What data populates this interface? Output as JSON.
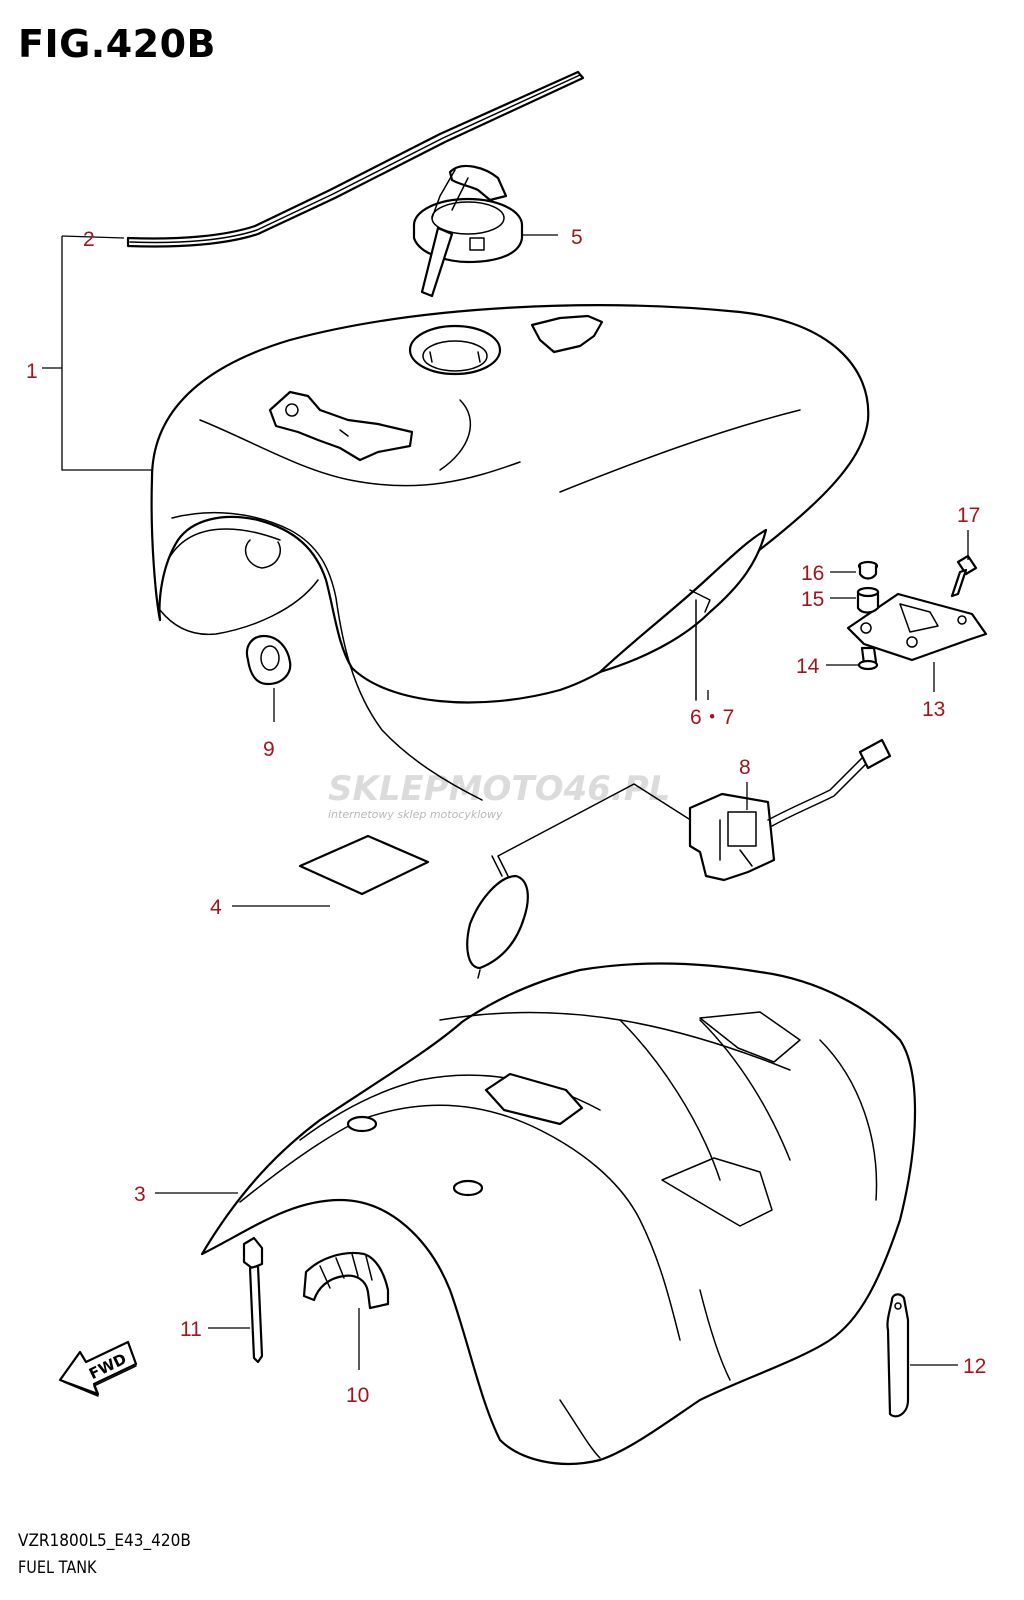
{
  "figure": {
    "title": "FIG.420B"
  },
  "footer": {
    "model_code": "VZR1800L5_E43_420B",
    "section_name": "FUEL TANK"
  },
  "watermark": {
    "brand": "SKLEPMOTO46.PL",
    "tagline": "internetowy sklep motocyklowy",
    "accent_color": "#e02020"
  },
  "callouts": {
    "c1": "1",
    "c2": "2",
    "c3": "3",
    "c4": "4",
    "c5": "5",
    "c67": "6・7",
    "c8": "8",
    "c9": "9",
    "c10": "10",
    "c11": "11",
    "c12": "12",
    "c13": "13",
    "c14": "14",
    "c15": "15",
    "c16": "16",
    "c17": "17"
  },
  "fwd_label": "FWD",
  "colors": {
    "callout_text": "#a0161b",
    "line": "#000000"
  }
}
